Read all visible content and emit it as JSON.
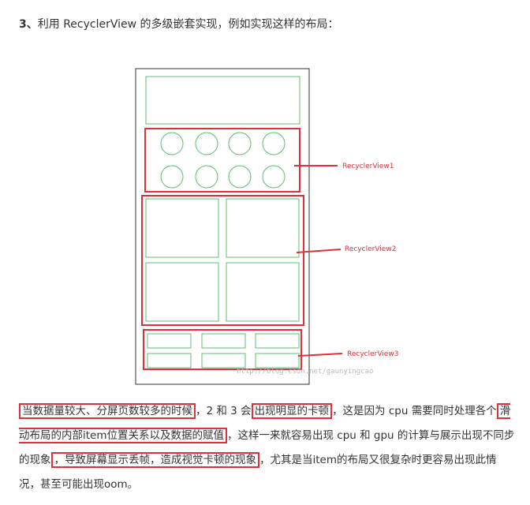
{
  "heading": {
    "number": "3、",
    "text": "利用 RecyclerView 的多级嵌套实现，例如实现这样的布局："
  },
  "figure": {
    "label1": "RecyclerView1",
    "label2": "RecyclerView2",
    "label3": "RecyclerView3",
    "watermark": "http://blog.csdn.net/gaunyingcao",
    "colors": {
      "outline": "#333333",
      "item": "#5cbf70",
      "highlight": "#e0303a"
    }
  },
  "paragraph": {
    "hl1": "当数据量较大、分屏页数较多的时候",
    "t1": "，2 和 3 会",
    "hl2": "出现明显的卡顿",
    "t2": "，这是因为 cpu 需要同时处理各个",
    "hl3": "滑动布局的内部item位置关系以及数据的赋值",
    "t3": "，这样一来就容易出现 cpu 和 gpu 的计算与展示出现不同步的现象",
    "hl4": "，导致屏幕显示丢帧，造成视觉卡顿的现象",
    "t4": "，尤其是当item的布局又很复杂时更容易出现此情况，甚至可能出现oom。"
  }
}
